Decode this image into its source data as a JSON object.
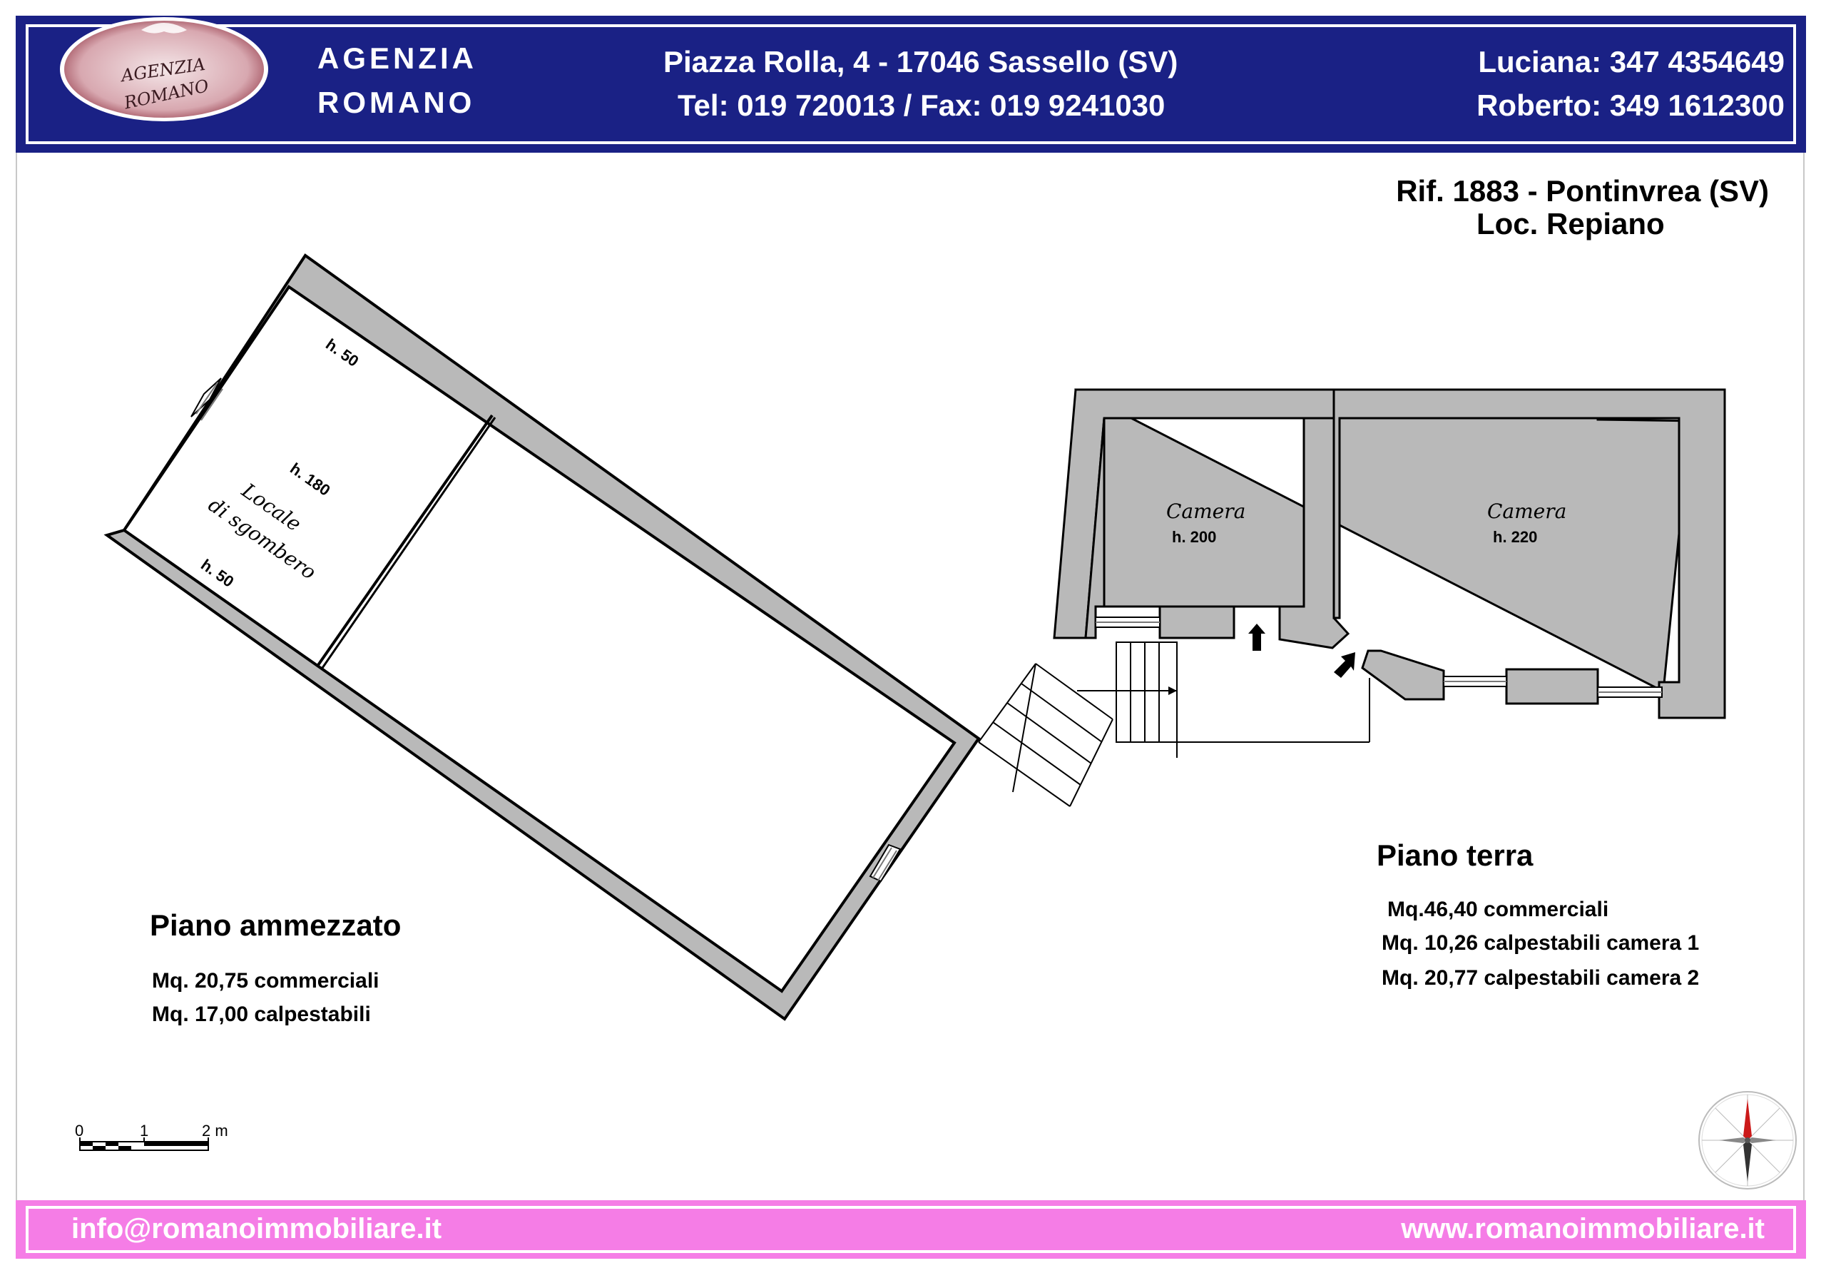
{
  "header": {
    "logo_text_top": "AGENZIA",
    "logo_text_bottom": "ROMANO",
    "agency_line1": "AGENZIA",
    "agency_line2": "ROMANO",
    "address": "Piazza Rolla, 4 - 17046 Sassello (SV)",
    "phone_fax": "Tel: 019 720013 / Fax: 019 9241030",
    "contact1": "Luciana: 347 4354649",
    "contact2": "Roberto: 349 1612300",
    "color": "#1a2185"
  },
  "reference": {
    "line1": "Rif. 1883 - Pontinvrea (SV)",
    "line2": "Loc. Repiano"
  },
  "mezzanine": {
    "title": "Piano ammezzato",
    "line1": "Mq. 20,75 commerciali",
    "line2": "Mq. 17,00 calpestabili",
    "room_label1": "Locale",
    "room_label2": "di sgombero",
    "heights": [
      "h. 50",
      "h. 180",
      "h. 50"
    ]
  },
  "ground_floor": {
    "title": "Piano terra",
    "line1": "Mq.46,40 commerciali",
    "line2": "Mq. 10,26 calpestabili camera 1",
    "line3": "Mq. 20,77 calpestabili camera 2",
    "room1": {
      "name": "Camera",
      "height": "h. 200"
    },
    "room2": {
      "name": "Camera",
      "height": "h. 220"
    }
  },
  "scale": {
    "label0": "0",
    "label1": "1",
    "label2": "2 m"
  },
  "footer": {
    "email": "info@romanoimmobiliare.it",
    "website": "www.romanoimmobiliare.it",
    "color": "#f57de6"
  }
}
